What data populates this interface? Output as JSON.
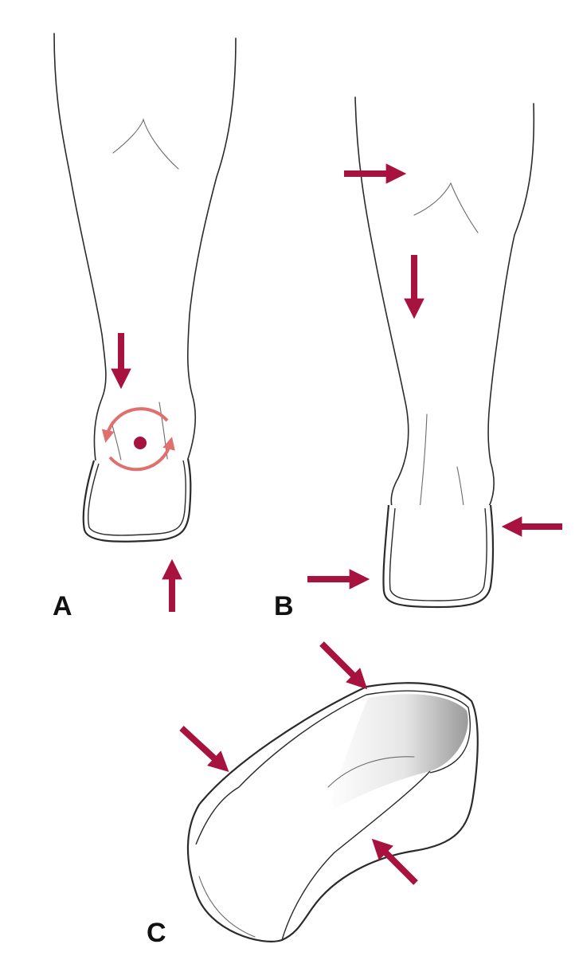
{
  "figure": {
    "panels": [
      {
        "id": "A",
        "label": "A"
      },
      {
        "id": "B",
        "label": "B"
      },
      {
        "id": "C",
        "label": "C"
      }
    ]
  },
  "colors": {
    "arrow": "#a8123e",
    "rotation": "#e0706e",
    "outline": "#2b2b2b",
    "background": "#ffffff"
  }
}
